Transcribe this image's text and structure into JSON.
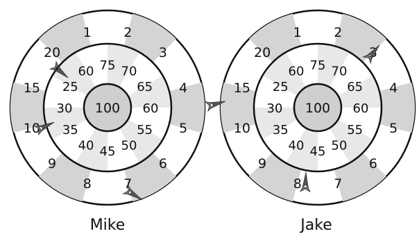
{
  "colors": {
    "shaded": "#d4d4d4",
    "inner_shaded": "#e8e8e8",
    "center": "#cfcfcf",
    "white": "#ffffff",
    "line": "#111111",
    "dart": "#555555"
  },
  "board": {
    "outer_values": [
      "1",
      "2",
      "3",
      "4",
      "5",
      "6",
      "7",
      "8",
      "9",
      "10",
      "15",
      "20"
    ],
    "middle_values": [
      "75",
      "70",
      "65",
      "60",
      "55",
      "50",
      "45",
      "40",
      "35",
      "30",
      "25",
      "60"
    ],
    "center_value": "100"
  },
  "players": [
    {
      "name": "Mike",
      "darts_landed": [
        "25",
        "35",
        "7"
      ]
    },
    {
      "name": "Jake",
      "darts_landed": [
        "3",
        "15",
        "45"
      ]
    }
  ]
}
